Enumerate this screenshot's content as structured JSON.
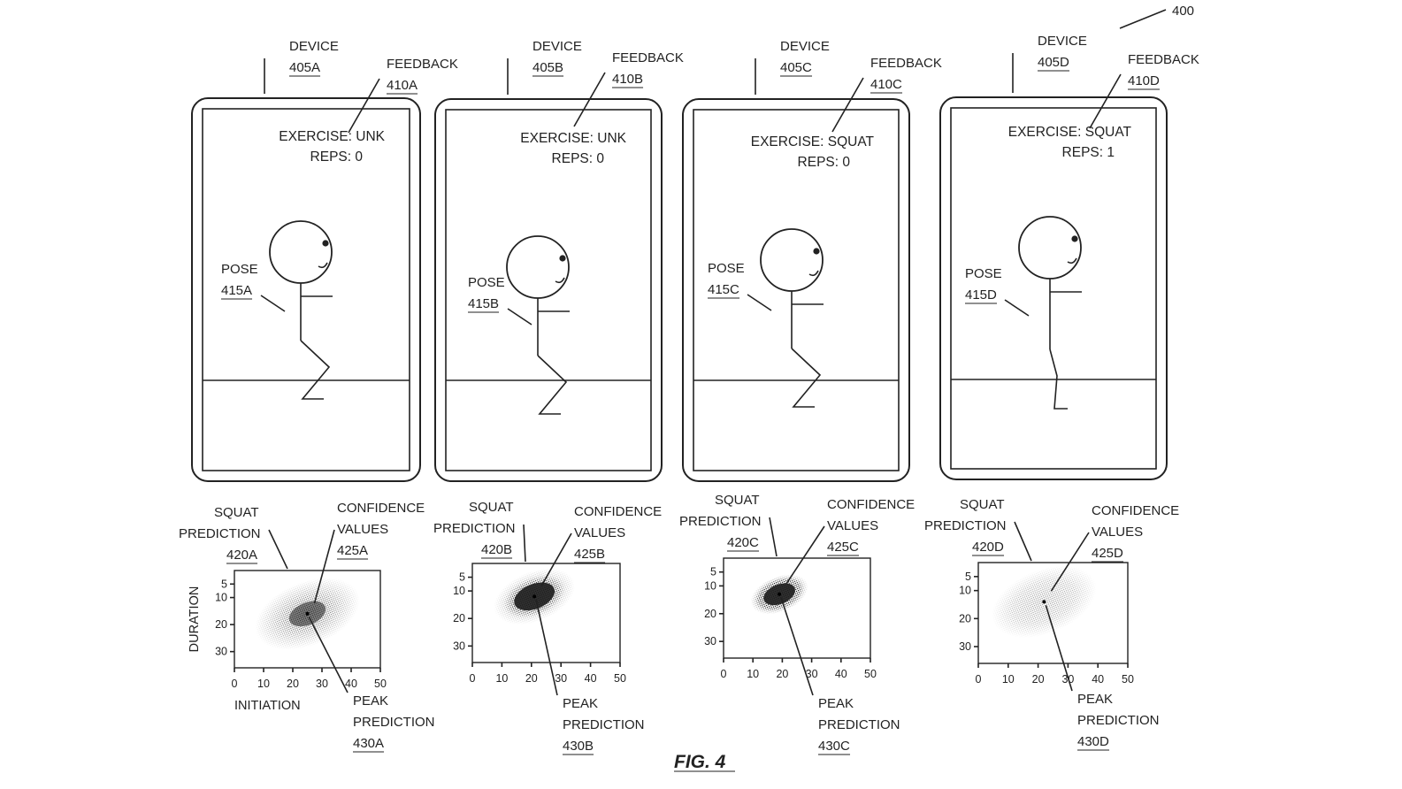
{
  "ref_number": "400",
  "figure_title": "FIG. 4",
  "panels": [
    {
      "device_label": "DEVICE",
      "device_ref": "405A",
      "feedback_label": "FEEDBACK",
      "feedback_ref": "410A",
      "exercise_text": "EXERCISE: UNK",
      "reps_text": "REPS: 0",
      "pose_label": "POSE",
      "pose_ref": "415A",
      "pose": "squat",
      "prediction_label_1": "SQUAT",
      "prediction_label_2": "PREDICTION",
      "prediction_ref": "420A",
      "confidence_label_1": "CONFIDENCE",
      "confidence_label_2": "VALUES",
      "confidence_ref": "425A",
      "peak_label_1": "PEAK",
      "peak_label_2": "PREDICTION",
      "peak_ref": "430A",
      "ylabel": "DURATION",
      "xlabel": "INITIATION",
      "x_ticks": [
        "0",
        "10",
        "20",
        "30",
        "40",
        "50"
      ],
      "y_ticks": [
        "5",
        "10",
        "20",
        "30"
      ],
      "peak_initiation": 25,
      "peak_duration": 16,
      "spread": "wide",
      "intensity": "medium"
    },
    {
      "device_label": "DEVICE",
      "device_ref": "405B",
      "feedback_label": "FEEDBACK",
      "feedback_ref": "410B",
      "exercise_text": "EXERCISE: UNK",
      "reps_text": "REPS: 0",
      "pose_label": "POSE",
      "pose_ref": "415B",
      "pose": "squat",
      "prediction_label_1": "SQUAT",
      "prediction_label_2": "PREDICTION",
      "prediction_ref": "420B",
      "confidence_label_1": "CONFIDENCE",
      "confidence_label_2": "VALUES",
      "confidence_ref": "425B",
      "peak_label_1": "PEAK",
      "peak_label_2": "PREDICTION",
      "peak_ref": "430B",
      "ylabel": "",
      "xlabel": "",
      "x_ticks": [
        "0",
        "10",
        "20",
        "30",
        "40",
        "50"
      ],
      "y_ticks": [
        "5",
        "10",
        "20",
        "30"
      ],
      "peak_initiation": 21,
      "peak_duration": 12,
      "spread": "medium",
      "intensity": "high"
    },
    {
      "device_label": "DEVICE",
      "device_ref": "405C",
      "feedback_label": "FEEDBACK",
      "feedback_ref": "410C",
      "exercise_text": "EXERCISE: SQUAT",
      "reps_text": "REPS: 0",
      "pose_label": "POSE",
      "pose_ref": "415C",
      "pose": "squat",
      "prediction_label_1": "SQUAT",
      "prediction_label_2": "PREDICTION",
      "prediction_ref": "420C",
      "confidence_label_1": "CONFIDENCE",
      "confidence_label_2": "VALUES",
      "confidence_ref": "425C",
      "peak_label_1": "PEAK",
      "peak_label_2": "PREDICTION",
      "peak_ref": "430C",
      "ylabel": "",
      "xlabel": "",
      "x_ticks": [
        "0",
        "10",
        "20",
        "30",
        "40",
        "50"
      ],
      "y_ticks": [
        "5",
        "10",
        "20",
        "30"
      ],
      "peak_initiation": 19,
      "peak_duration": 13,
      "spread": "narrow",
      "intensity": "very-high"
    },
    {
      "device_label": "DEVICE",
      "device_ref": "405D",
      "feedback_label": "FEEDBACK",
      "feedback_ref": "410D",
      "exercise_text": "EXERCISE: SQUAT",
      "reps_text": "REPS: 1",
      "pose_label": "POSE",
      "pose_ref": "415D",
      "pose": "standing",
      "prediction_label_1": "SQUAT",
      "prediction_label_2": "PREDICTION",
      "prediction_ref": "420D",
      "confidence_label_1": "CONFIDENCE",
      "confidence_label_2": "VALUES",
      "confidence_ref": "425D",
      "peak_label_1": "PEAK",
      "peak_label_2": "PREDICTION",
      "peak_ref": "430D",
      "ylabel": "",
      "xlabel": "",
      "x_ticks": [
        "0",
        "10",
        "20",
        "30",
        "40",
        "50"
      ],
      "y_ticks": [
        "5",
        "10",
        "20",
        "30"
      ],
      "peak_initiation": 22,
      "peak_duration": 14,
      "spread": "wide",
      "intensity": "low"
    }
  ]
}
